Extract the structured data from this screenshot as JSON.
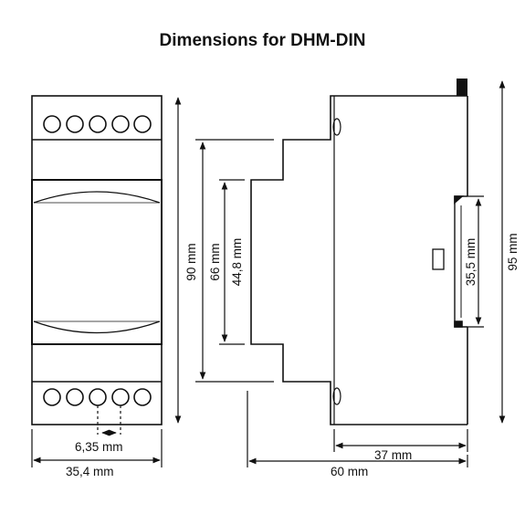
{
  "title": "Dimensions for DHM-DIN",
  "dimensions": {
    "width_total": "35,4 mm",
    "terminal_pitch": "6,35 mm",
    "height_body": "90 mm",
    "height_mid": "66 mm",
    "height_front": "44,8 mm",
    "height_total": "95 mm",
    "rail": "35,5 mm",
    "depth_front": "37 mm",
    "depth_total": "60 mm"
  },
  "terminals": {
    "top_count": 5,
    "bottom_count": 5
  },
  "colors": {
    "line": "#111111",
    "body_fill": "#ffffff"
  }
}
